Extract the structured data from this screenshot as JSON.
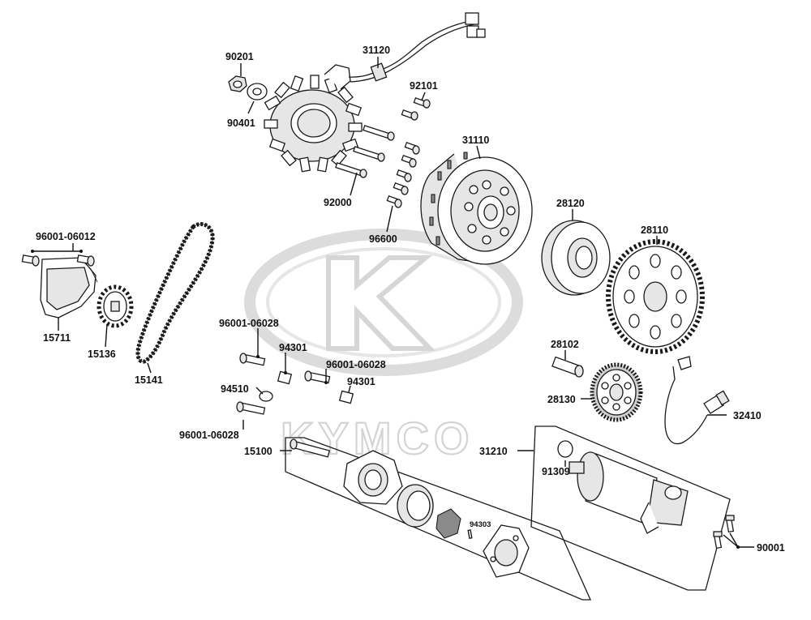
{
  "watermark": {
    "brand_text": "KYMCO",
    "logo_icon": "kymco-logo"
  },
  "callouts": {
    "c90201": "90201",
    "c90401": "90401",
    "c31120": "31120",
    "c92101": "92101",
    "c31110": "31110",
    "c92000": "92000",
    "c96600": "96600",
    "c28120": "28120",
    "c28110": "28110",
    "c96001_06012": "96001-06012",
    "c15711": "15711",
    "c15136": "15136",
    "c15141": "15141",
    "c96001_06028_a": "96001-06028",
    "c94301_a": "94301",
    "c96001_06028_b": "96001-06028",
    "c94301_b": "94301",
    "c94510": "94510",
    "c96001_06028_c": "96001-06028",
    "c15100": "15100",
    "c94303": "94303",
    "c28102": "28102",
    "c28130": "28130",
    "c32410": "32410",
    "c31210": "31210",
    "c91309": "91309",
    "c90001": "90001"
  }
}
